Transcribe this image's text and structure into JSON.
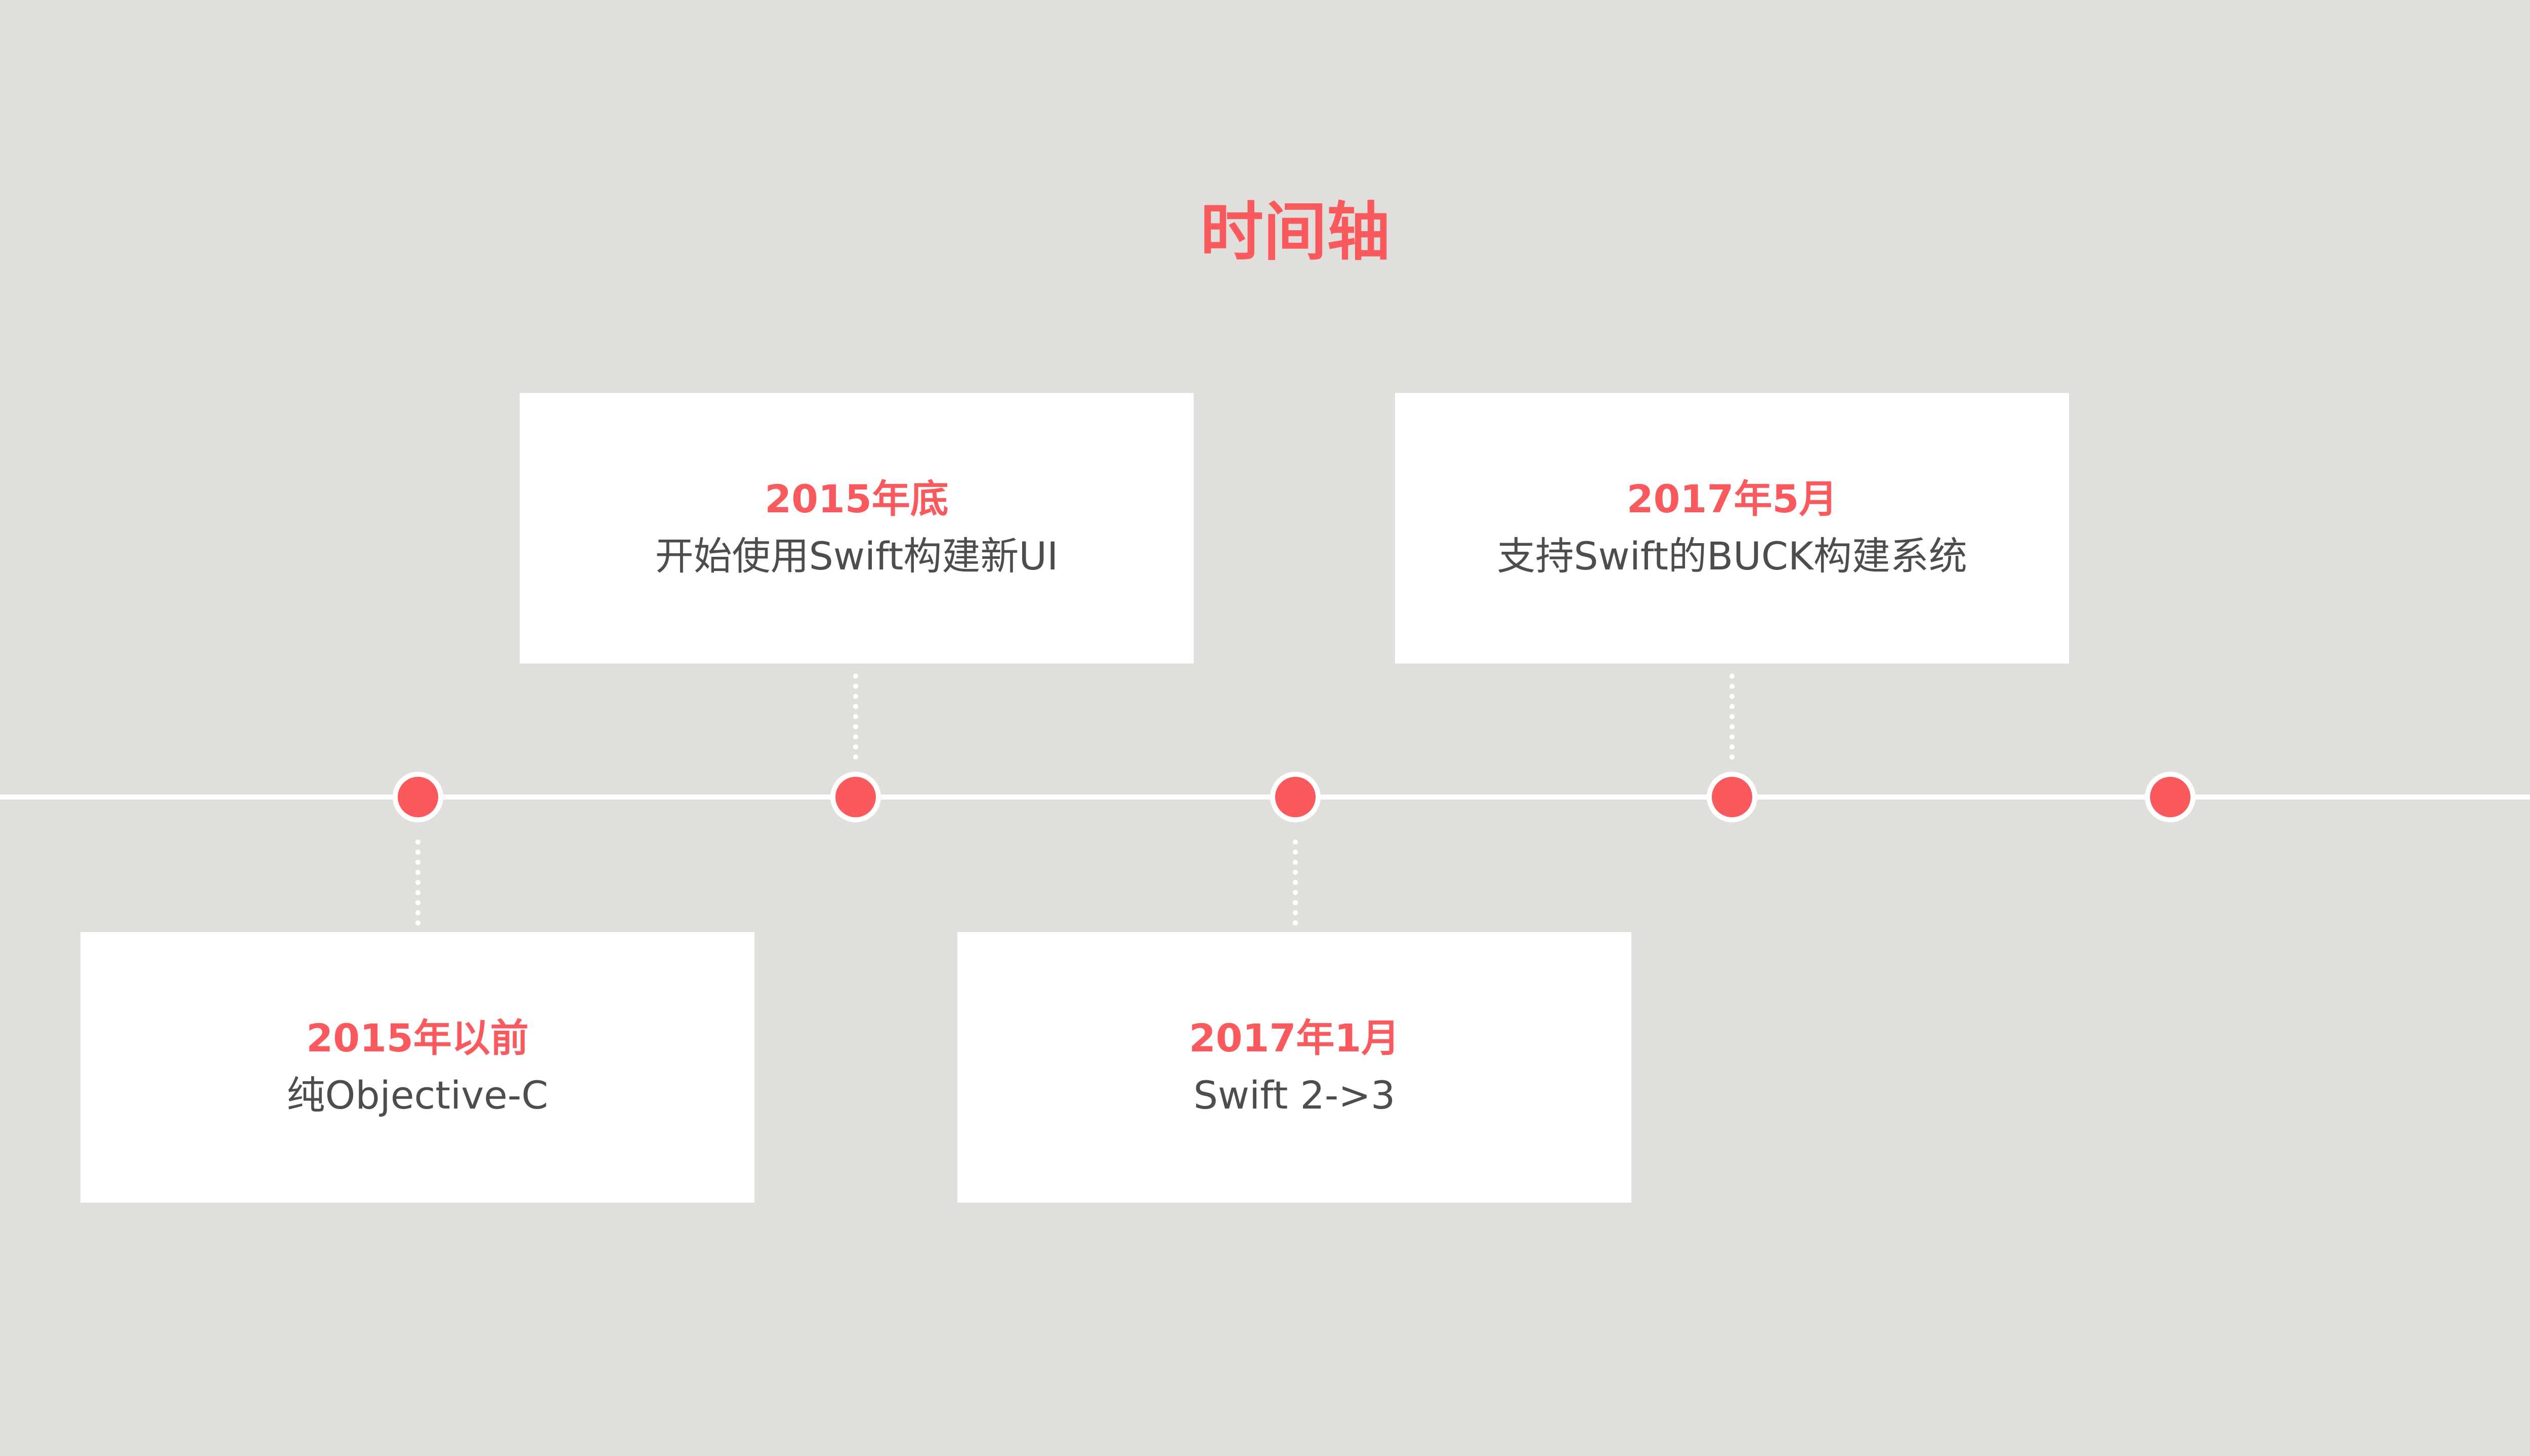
{
  "title": "时间轴",
  "colors": {
    "accent": "#fa5a5d",
    "background": "#e0dfdb",
    "card": "#ffffff",
    "text": "#4d4d4d"
  },
  "events": [
    {
      "date": "2015年以前",
      "text": "纯Objective-C"
    },
    {
      "date": "2015年底",
      "text": "开始使用Swift构建新UI"
    },
    {
      "date": "2017年1月",
      "text": "Swift 2->3"
    },
    {
      "date": "2017年5月",
      "text": "支持Swift的BUCK构建系统"
    }
  ]
}
